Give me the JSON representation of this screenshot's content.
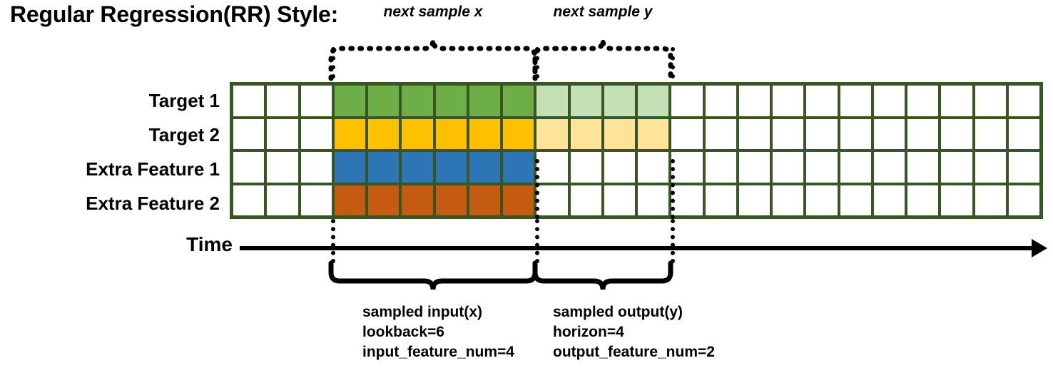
{
  "title": "Regular Regression(RR) Style:",
  "rows": [
    {
      "label": "Target 1",
      "name": "target-1"
    },
    {
      "label": "Target 2",
      "name": "target-2"
    },
    {
      "label": "Extra Feature 1",
      "name": "extra-feature-1"
    },
    {
      "label": "Extra Feature 2",
      "name": "extra-feature-2"
    }
  ],
  "grid": {
    "columns": 24,
    "lead_blank_cols": 3,
    "input_cols": 6,
    "output_cols": 4,
    "trailing_blank_cols": 11,
    "cell_fills": [
      [
        "#ffffff",
        "#ffffff",
        "#ffffff",
        "#6DAE46",
        "#6DAE46",
        "#6DAE46",
        "#6DAE46",
        "#6DAE46",
        "#6DAE46",
        "#C5E0B4",
        "#C5E0B4",
        "#C5E0B4",
        "#C5E0B4",
        "#ffffff",
        "#ffffff",
        "#ffffff",
        "#ffffff",
        "#ffffff",
        "#ffffff",
        "#ffffff",
        "#ffffff",
        "#ffffff",
        "#ffffff",
        "#ffffff"
      ],
      [
        "#ffffff",
        "#ffffff",
        "#ffffff",
        "#FFC000",
        "#FFC000",
        "#FFC000",
        "#FFC000",
        "#FFC000",
        "#FFC000",
        "#FFE399",
        "#FFE399",
        "#FFE399",
        "#FFE399",
        "#ffffff",
        "#ffffff",
        "#ffffff",
        "#ffffff",
        "#ffffff",
        "#ffffff",
        "#ffffff",
        "#ffffff",
        "#ffffff",
        "#ffffff",
        "#ffffff"
      ],
      [
        "#ffffff",
        "#ffffff",
        "#ffffff",
        "#2E75B6",
        "#2E75B6",
        "#2E75B6",
        "#2E75B6",
        "#2E75B6",
        "#2E75B6",
        "#ffffff",
        "#ffffff",
        "#ffffff",
        "#ffffff",
        "#ffffff",
        "#ffffff",
        "#ffffff",
        "#ffffff",
        "#ffffff",
        "#ffffff",
        "#ffffff",
        "#ffffff",
        "#ffffff",
        "#ffffff",
        "#ffffff"
      ],
      [
        "#ffffff",
        "#ffffff",
        "#ffffff",
        "#C55A11",
        "#C55A11",
        "#C55A11",
        "#C55A11",
        "#C55A11",
        "#C55A11",
        "#ffffff",
        "#ffffff",
        "#ffffff",
        "#ffffff",
        "#ffffff",
        "#ffffff",
        "#ffffff",
        "#ffffff",
        "#ffffff",
        "#ffffff",
        "#ffffff",
        "#ffffff",
        "#ffffff",
        "#ffffff",
        "#ffffff"
      ]
    ],
    "border_color": "#375623"
  },
  "time_axis": {
    "label": "Time"
  },
  "annotations_top": [
    {
      "text": "next sample x",
      "name": "next-sample-x-label"
    },
    {
      "text": "next sample y",
      "name": "next-sample-y-label"
    }
  ],
  "annotations_bottom": [
    {
      "name": "sampled-input-block",
      "line1": "sampled input(x)",
      "line2": "lookback=6",
      "line3": "input_feature_num=4"
    },
    {
      "name": "sampled-output-block",
      "line1": "sampled output(y)",
      "line2": "horizon=4",
      "line3": "output_feature_num=2"
    }
  ],
  "colors": {
    "target1_dark": "#6DAE46",
    "target1_light": "#C5E0B4",
    "target2_dark": "#FFC000",
    "target2_light": "#FFE399",
    "feature1": "#2E75B6",
    "feature2": "#C55A11",
    "grid_border": "#375623",
    "ink": "#000000"
  }
}
